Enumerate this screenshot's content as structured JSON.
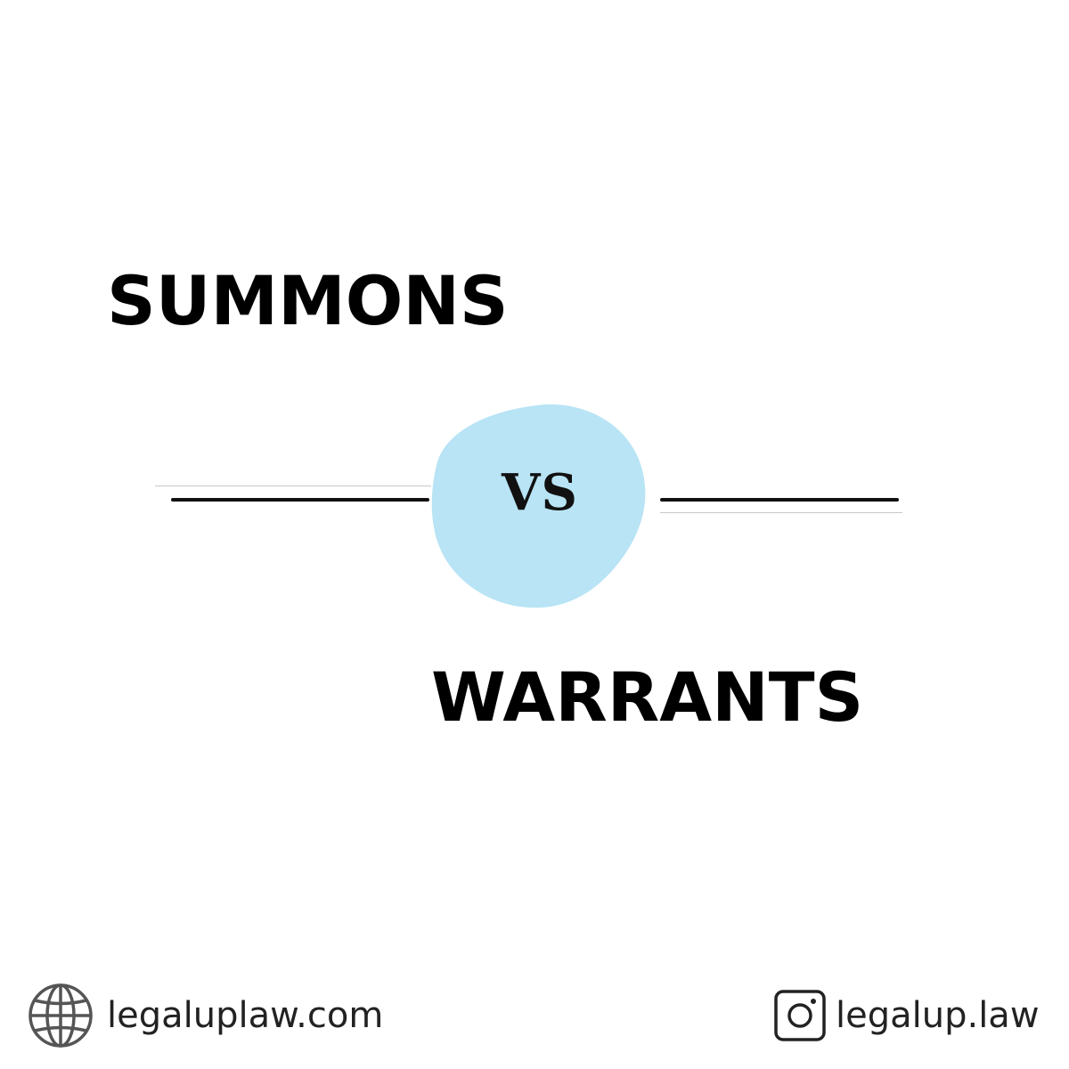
{
  "title_top": "SUMMONS",
  "title_bottom": "WARRANTS",
  "vs_label": "VS",
  "footer": {
    "website": {
      "icon": "globe-icon",
      "text": "legaluplaw.com"
    },
    "instagram": {
      "icon": "instagram-icon",
      "text": "legalup.law"
    }
  },
  "colors": {
    "text": "#000000",
    "blob": "#b8e4f5",
    "background": "#ffffff"
  }
}
